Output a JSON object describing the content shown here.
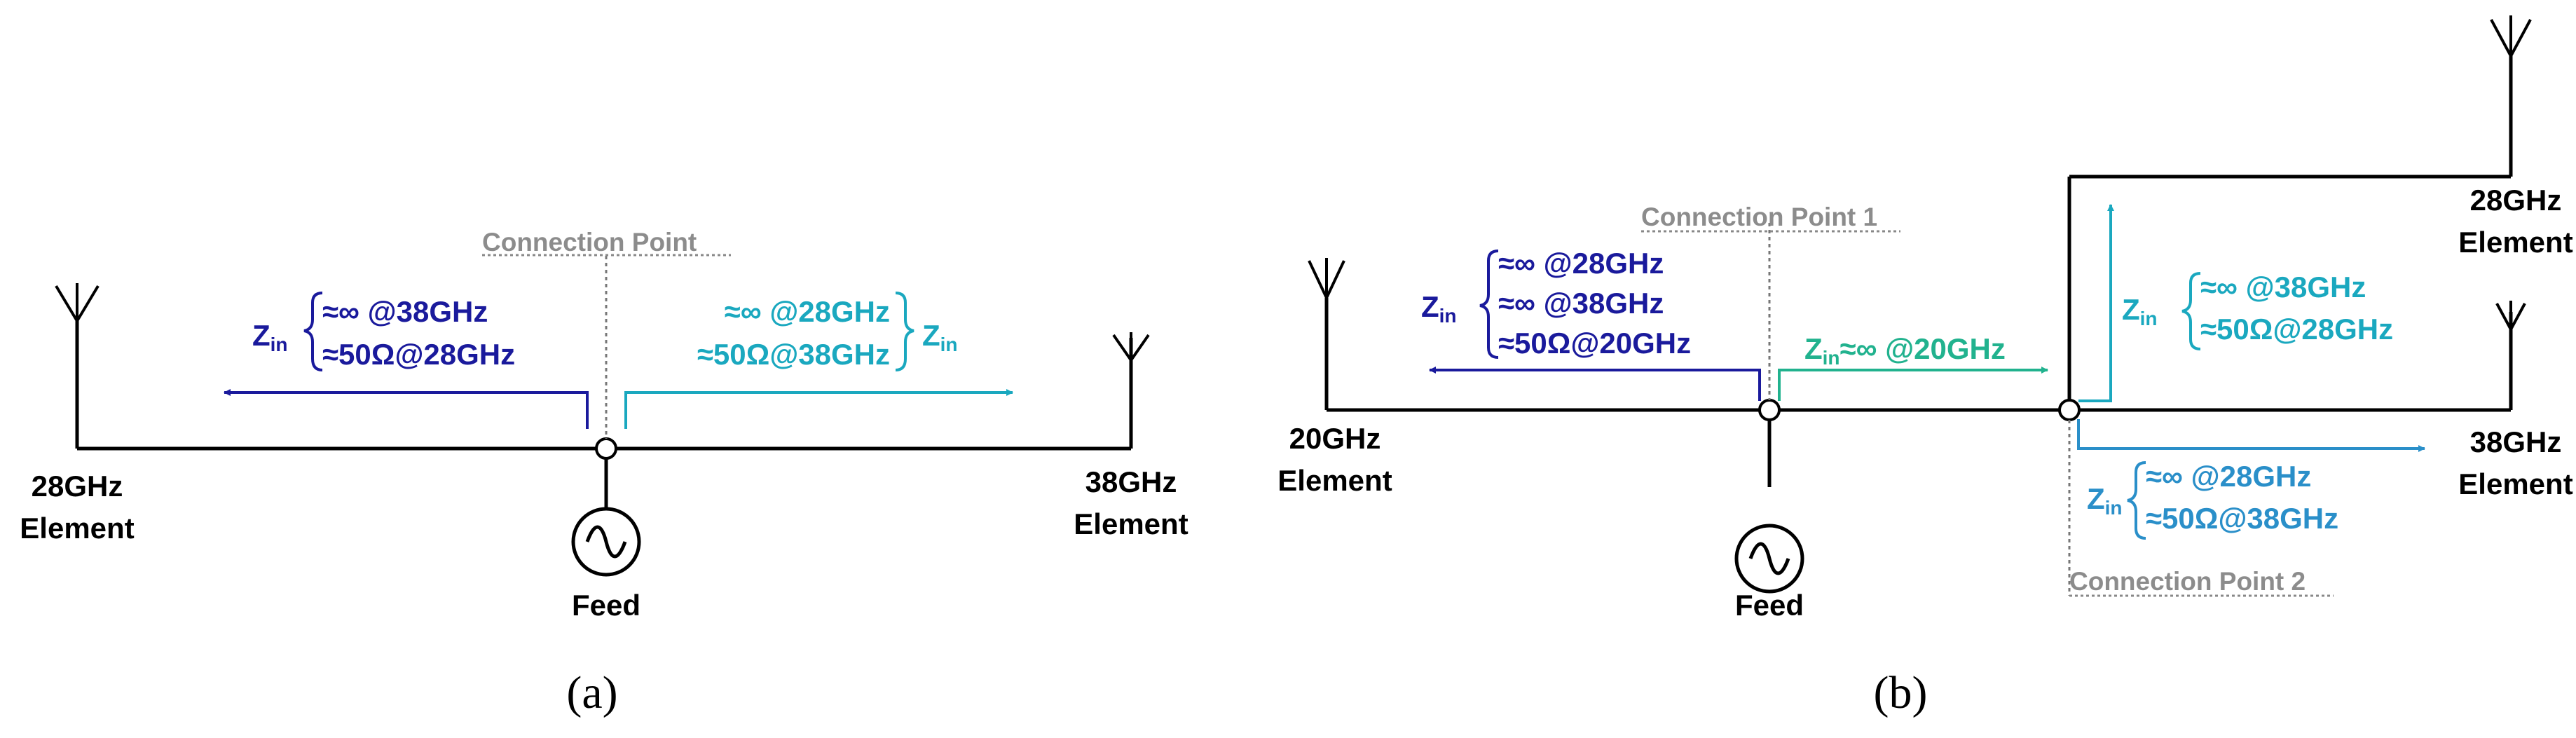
{
  "colors": {
    "wire": "#000000",
    "dark_blue": "#1a1a9c",
    "cyan": "#1aa8bf",
    "green": "#21b28e",
    "steel_blue": "#2a8fc9",
    "gray": "#8c8c8c"
  },
  "icons": [
    "antenna-icon",
    "ac-source-icon",
    "node-circle-icon",
    "arrow-icon",
    "brace-icon"
  ],
  "panel_a": {
    "caption": "(a)",
    "connection_point": "Connection Point",
    "feed": "Feed",
    "left_element": {
      "freq": "28GHz",
      "word": "Element"
    },
    "right_element": {
      "freq": "38GHz",
      "word": "Element"
    },
    "left_zin": {
      "z": "Z",
      "sub": "in",
      "line1": "≈∞ @38GHz",
      "line2": "≈50Ω@28GHz"
    },
    "right_zin": {
      "z": "Z",
      "sub": "in",
      "line1": "≈∞ @28GHz",
      "line2": "≈50Ω@38GHz"
    }
  },
  "panel_b": {
    "caption": "(b)",
    "connection_point_1": "Connection Point 1",
    "connection_point_2": "Connection Point 2",
    "feed": "Feed",
    "left_element": {
      "freq": "20GHz",
      "word": "Element"
    },
    "top_right_element": {
      "freq": "28GHz",
      "word": "Element"
    },
    "bottom_right_element": {
      "freq": "38GHz",
      "word": "Element"
    },
    "left_zin": {
      "z": "Z",
      "sub": "in",
      "line1": "≈∞ @28GHz",
      "line2": "≈∞ @38GHz",
      "line3": "≈50Ω@20GHz"
    },
    "mid_zin": {
      "z": "Z",
      "sub": "in",
      "text": "≈∞ @20GHz"
    },
    "upper_zin": {
      "z": "Z",
      "sub": "in",
      "line1": "≈∞ @38GHz",
      "line2": "≈50Ω@28GHz"
    },
    "lower_zin": {
      "z": "Z",
      "sub": "in",
      "line1": "≈∞ @28GHz",
      "line2": "≈50Ω@38GHz"
    }
  }
}
